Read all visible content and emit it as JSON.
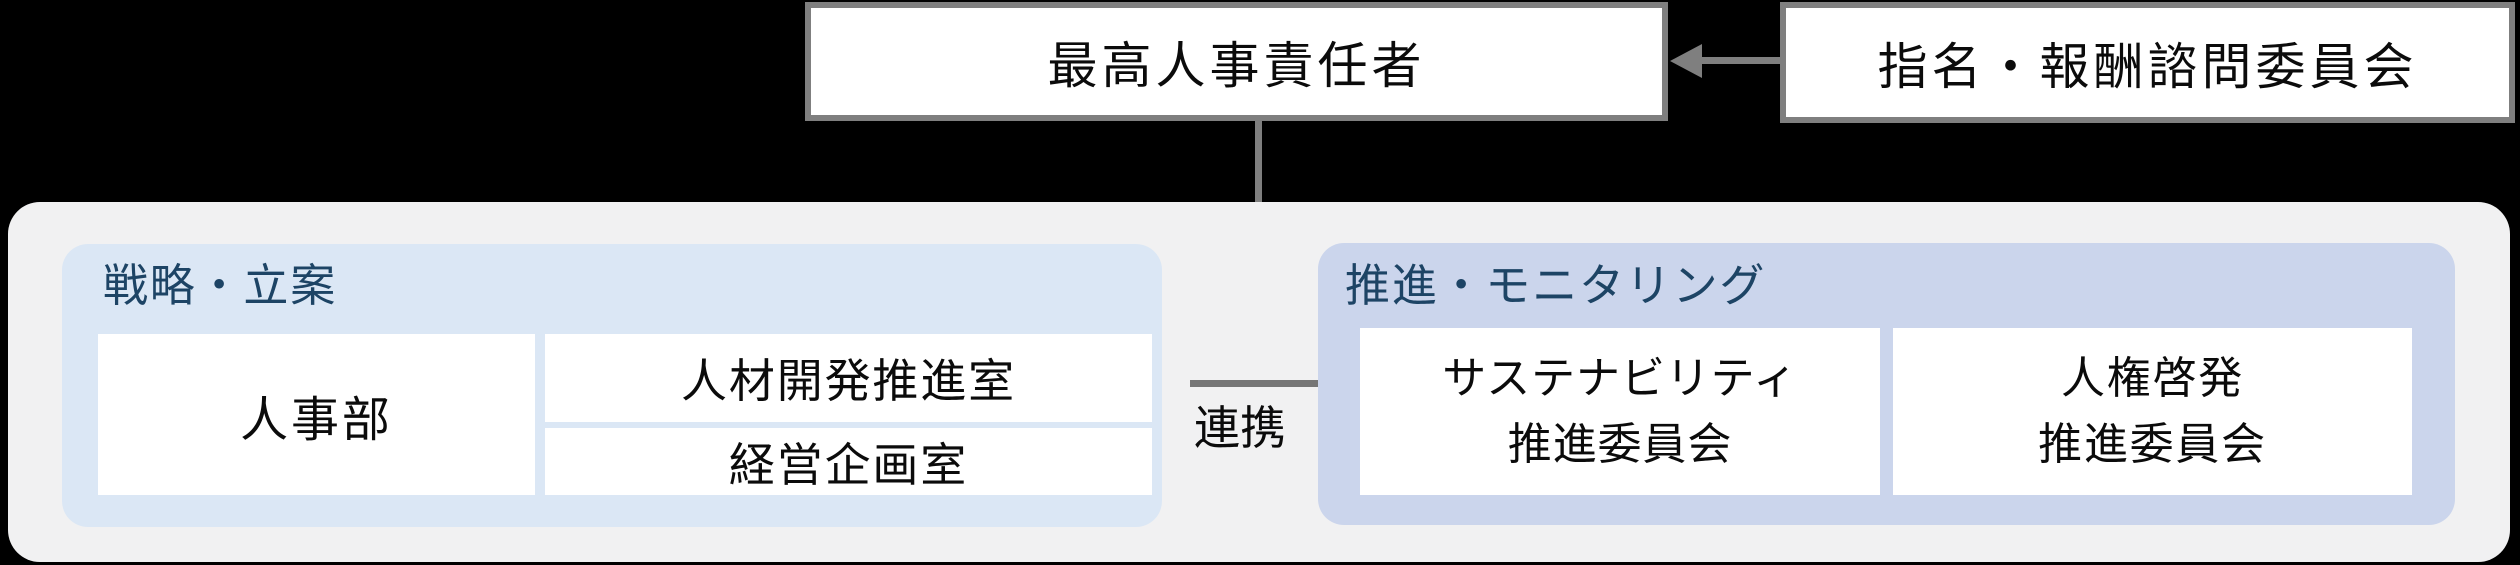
{
  "diagram": {
    "background": "#000000",
    "top": {
      "chro_label": "最高人事責任者",
      "advisory_committee_label": "指名・報酬諮問委員会"
    },
    "governance": {
      "strategy_panel": {
        "title": "戦略・立案",
        "boxes": [
          "人事部",
          "人材開発推進室",
          "経営企画室"
        ]
      },
      "cooperation_label": "連携",
      "monitoring_panel": {
        "title": "推進・モニタリング",
        "boxes": [
          {
            "line1": "サステナビリティ",
            "line2": "推進委員会"
          },
          {
            "line1": "人権啓発",
            "line2": "推進委員会"
          }
        ]
      }
    },
    "colors": {
      "container_bg": "#f1f1f2",
      "strategy_panel_bg": "#dbe7f5",
      "monitoring_panel_bg": "#cbd5ec",
      "panel_title_text": "#1d4465",
      "connector_gray": "#7f7f7f",
      "cooperation_line_gray": "#767676"
    }
  }
}
